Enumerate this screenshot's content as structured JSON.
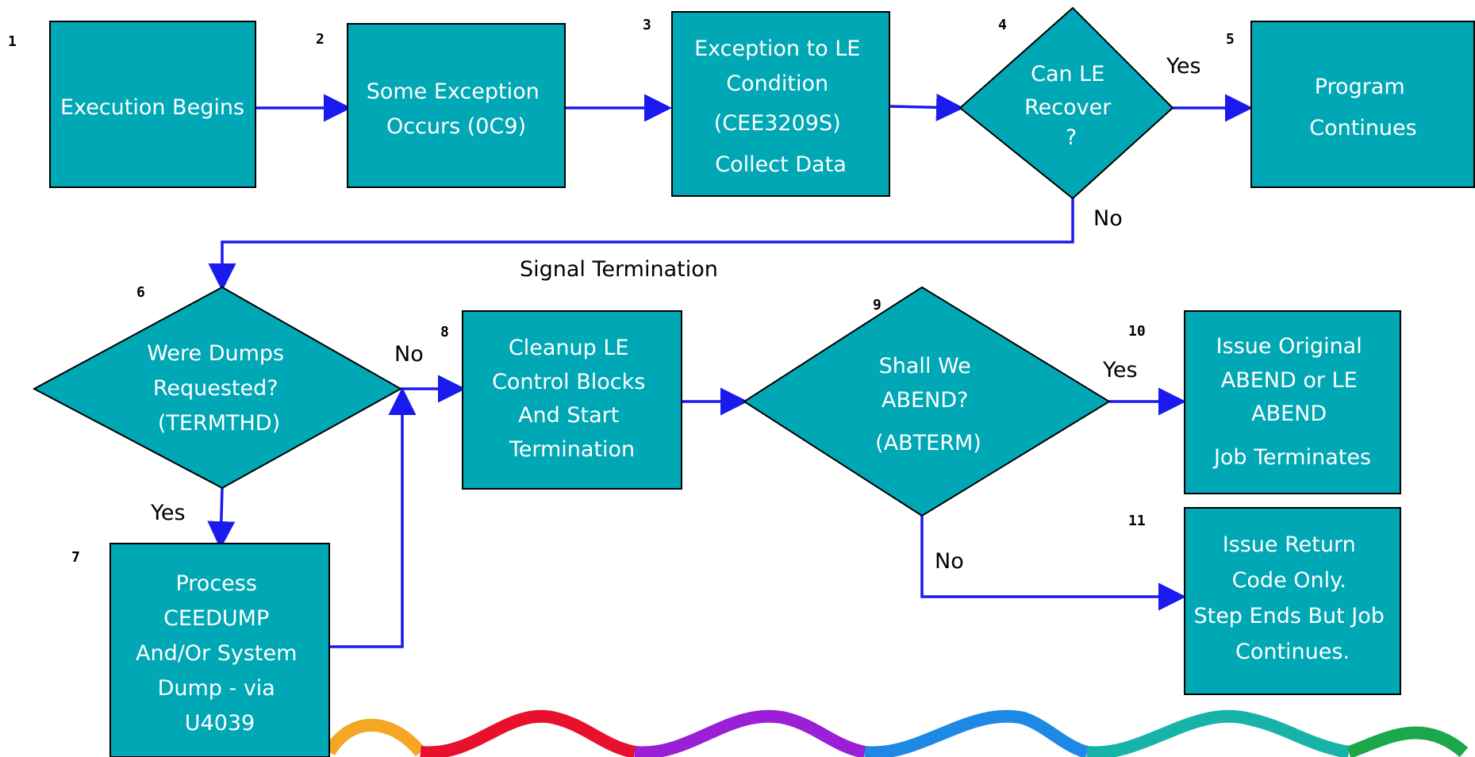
{
  "colors": {
    "shape_fill": "#00a7b5",
    "arrow": "#1a1aee",
    "wave": [
      "#f5a623",
      "#e8102d",
      "#9b1fd6",
      "#1e88e5",
      "#17b3a8",
      "#1aa84a"
    ]
  },
  "nodes": {
    "n1": {
      "num": "1",
      "lines": [
        "Execution Begins"
      ]
    },
    "n2": {
      "num": "2",
      "lines": [
        "Some Exception",
        "Occurs (0C9)"
      ]
    },
    "n3": {
      "num": "3",
      "lines": [
        "Exception to LE",
        "Condition",
        "(CEE3209S)",
        "Collect Data"
      ]
    },
    "n4": {
      "num": "4",
      "lines": [
        "Can LE",
        "Recover",
        "?"
      ]
    },
    "n5": {
      "num": "5",
      "lines": [
        "Program",
        "Continues"
      ]
    },
    "n6": {
      "num": "6",
      "lines": [
        "Were Dumps",
        "Requested?",
        "(TERMTHD)"
      ]
    },
    "n7": {
      "num": "7",
      "lines": [
        "Process",
        "CEEDUMP",
        "And/Or System",
        "Dump - via",
        "U4039"
      ]
    },
    "n8": {
      "num": "8",
      "lines": [
        "Cleanup LE",
        "Control Blocks",
        "And Start",
        "Termination"
      ]
    },
    "n9": {
      "num": "9",
      "lines": [
        "Shall We",
        "ABEND?",
        "(ABTERM)"
      ]
    },
    "n10": {
      "num": "10",
      "lines": [
        "Issue Original",
        "ABEND or LE",
        "ABEND",
        "Job Terminates"
      ]
    },
    "n11": {
      "num": "11",
      "lines": [
        "Issue Return",
        "Code Only.",
        "Step Ends But Job",
        "Continues."
      ]
    }
  },
  "edge_labels": {
    "yes_4_5": "Yes",
    "no_4_6": "No",
    "signal": "Signal Termination",
    "no_6_8": "No",
    "yes_6_7": "Yes",
    "yes_9_10": "Yes",
    "no_9_11": "No"
  }
}
